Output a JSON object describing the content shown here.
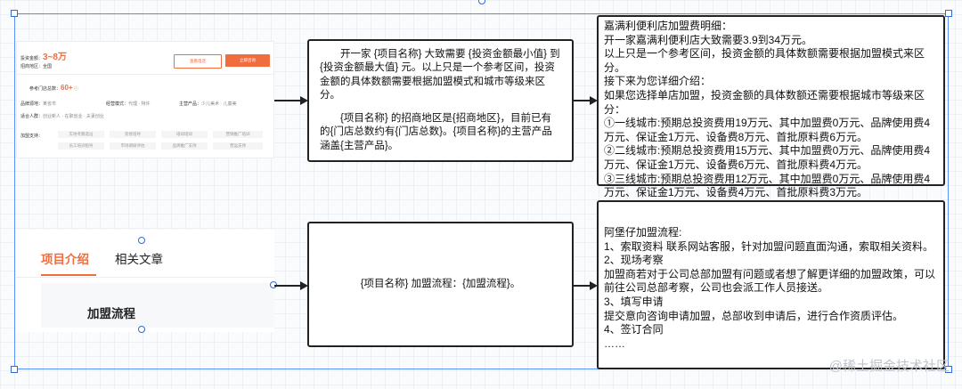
{
  "screenshot1": {
    "invest_label": "投资金额：",
    "invest_value": "3~8万",
    "region_label": "招商地区：",
    "region_value": "全国",
    "btn_check": "查看电话",
    "btn_consult": "立即咨询",
    "stores_label": "参考门店总数：",
    "stores_value": "60+",
    "brand_origin_label": "品牌源地：",
    "brand_origin_value": "某省市",
    "mode_label": "经营模式：",
    "mode_value": "代理 · 特许",
    "product_label": "主营产品：",
    "product_value": "少儿美术 · 儿童美",
    "crowd_label": "适合人群：",
    "crowd_value": "创业新人 · 在职创业 · 夫妻创业",
    "support_label": "加盟支持：",
    "support_tags": [
      "实地考察选址",
      "装修指导",
      "培训培训",
      "营销推广培训",
      "员工培训指导",
      "市场调研评估",
      "品牌推广支持",
      "营运支持"
    ]
  },
  "screenshot2": {
    "tab_active": "项目介绍",
    "tab_other": "相关文章",
    "heading": "加盟流程"
  },
  "box_mid_top": {
    "para1": "开一家 {项目名称} 大致需要 {投资金额最小值} 到 {投资金额最大值} 元。以上只是一个参考区间，投资金额的具体数额需要根据加盟模式和城市等级来区分。",
    "para2": "{项目名称} 的招商地区是{招商地区}，目前已有的{门店总数约有{门店总数}。{项目名称}的主营产品涵盖{主营产品}。"
  },
  "box_mid_bottom": {
    "text": "{项目名称} 加盟流程：{加盟流程}。"
  },
  "box_right_top": {
    "lines": [
      "嘉满利便利店加盟费明细：",
      "开一家嘉满利便利店大致需要3.9到34万元。",
      "以上只是一个参考区间，投资金额的具体数额需要根据加盟模式来区分。",
      "接下来为您详细介绍：",
      "如果您选择单店加盟，投资金额的具体数额还需要根据城市等级来区分：",
      "①一线城市:预期总投资费用19万元、其中加盟费0万元、品牌使用费4万元、保证金1万元、设备费8万元、首批原料费6万元。",
      "②二线城市:预期总投资费用15万元、其中加盟费0万元、品牌使用费4万元、保证金1万元、设备费6万元、首批原料费4万元。",
      "③三线城市:预期总投资费用12万元、其中加盟费0万元、品牌使用费4万元、保证金1万元、设备费4万元、首批原料费3万元。",
      "……"
    ]
  },
  "box_right_bottom": {
    "lines": [
      "阿堡仔加盟流程:",
      "1、索取资料 联系网站客服，针对加盟问题直面沟通，索取相关资料。",
      "2、现场考察",
      "加盟商若对于公司总部加盟有问题或者想了解更详细的加盟政策，可以前往公司总部考察，公司也会派工作人员接送。",
      "3、填写申请",
      "提交意向咨询申请加盟，总部收到申请后，进行合作资质评估。",
      "4、签订合同",
      "……"
    ]
  },
  "watermark": "@稀土掘金技术社区",
  "colors": {
    "accent": "#f26d3d",
    "selection": "#5b8ff9"
  }
}
